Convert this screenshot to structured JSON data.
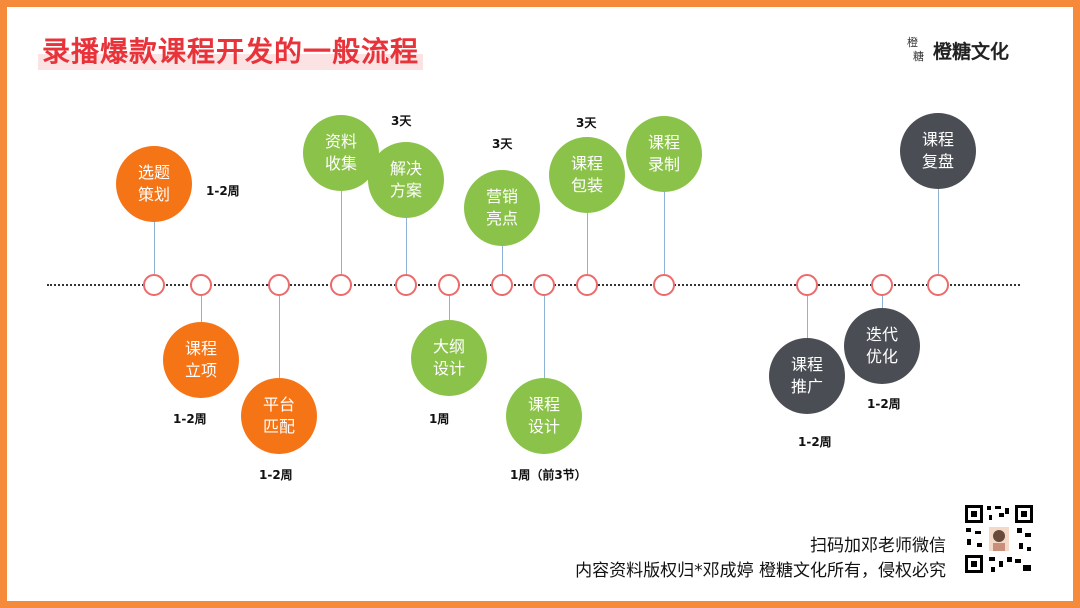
{
  "title": "录播爆款课程开发的一般流程",
  "logo": {
    "mark_top": "橙",
    "mark_bottom": "糖",
    "text": "橙糖文化"
  },
  "colors": {
    "orange": "#f57416",
    "green": "#8bc34a",
    "dark": "#4a4e54",
    "border": "#f58a3b",
    "title": "#e8333a"
  },
  "steps": [
    {
      "line1": "选题",
      "line2": "策划",
      "duration": "1-2周"
    },
    {
      "line1": "课程",
      "line2": "立项",
      "duration": "1-2周"
    },
    {
      "line1": "平台",
      "line2": "匹配",
      "duration": "1-2周"
    },
    {
      "line1": "资料",
      "line2": "收集",
      "duration": ""
    },
    {
      "line1": "解决",
      "line2": "方案",
      "duration": "3天"
    },
    {
      "line1": "大纲",
      "line2": "设计",
      "duration": "1周"
    },
    {
      "line1": "营销",
      "line2": "亮点",
      "duration": "3天"
    },
    {
      "line1": "课程",
      "line2": "设计",
      "duration": "1周（前3节）"
    },
    {
      "line1": "课程",
      "line2": "包装",
      "duration": "3天"
    },
    {
      "line1": "课程",
      "line2": "录制",
      "duration": ""
    },
    {
      "line1": "课程",
      "line2": "推广",
      "duration": "1-2周"
    },
    {
      "line1": "迭代",
      "line2": "优化",
      "duration": "1-2周"
    },
    {
      "line1": "课程",
      "line2": "复盘",
      "duration": ""
    }
  ],
  "footer": {
    "line1": "扫码加邓老师微信",
    "line2": "内容资料版权归*邓成婷 橙糖文化所有，侵权必究"
  }
}
